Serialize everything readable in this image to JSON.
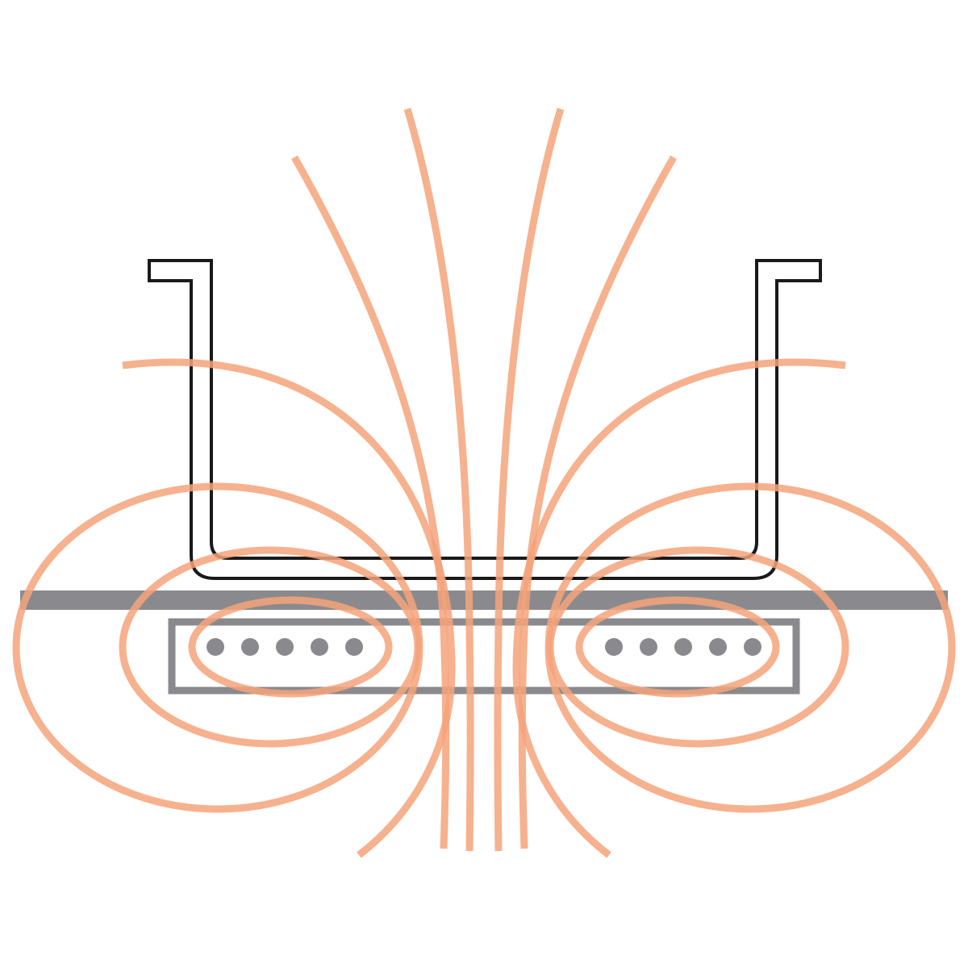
{
  "colors": {
    "background": "#ffffff",
    "field_lines": "#f5a37a",
    "cooktop": "#8a8a8e",
    "coil": "#8a8a8e",
    "pan_outline": "#1a1a1a"
  },
  "components": {
    "pan": "pan-outline",
    "cooktop": "glass-cooktop-surface",
    "coil": "induction-coil-housing",
    "field": "magnetic-field-lines"
  },
  "coil_turns_per_side": 5
}
